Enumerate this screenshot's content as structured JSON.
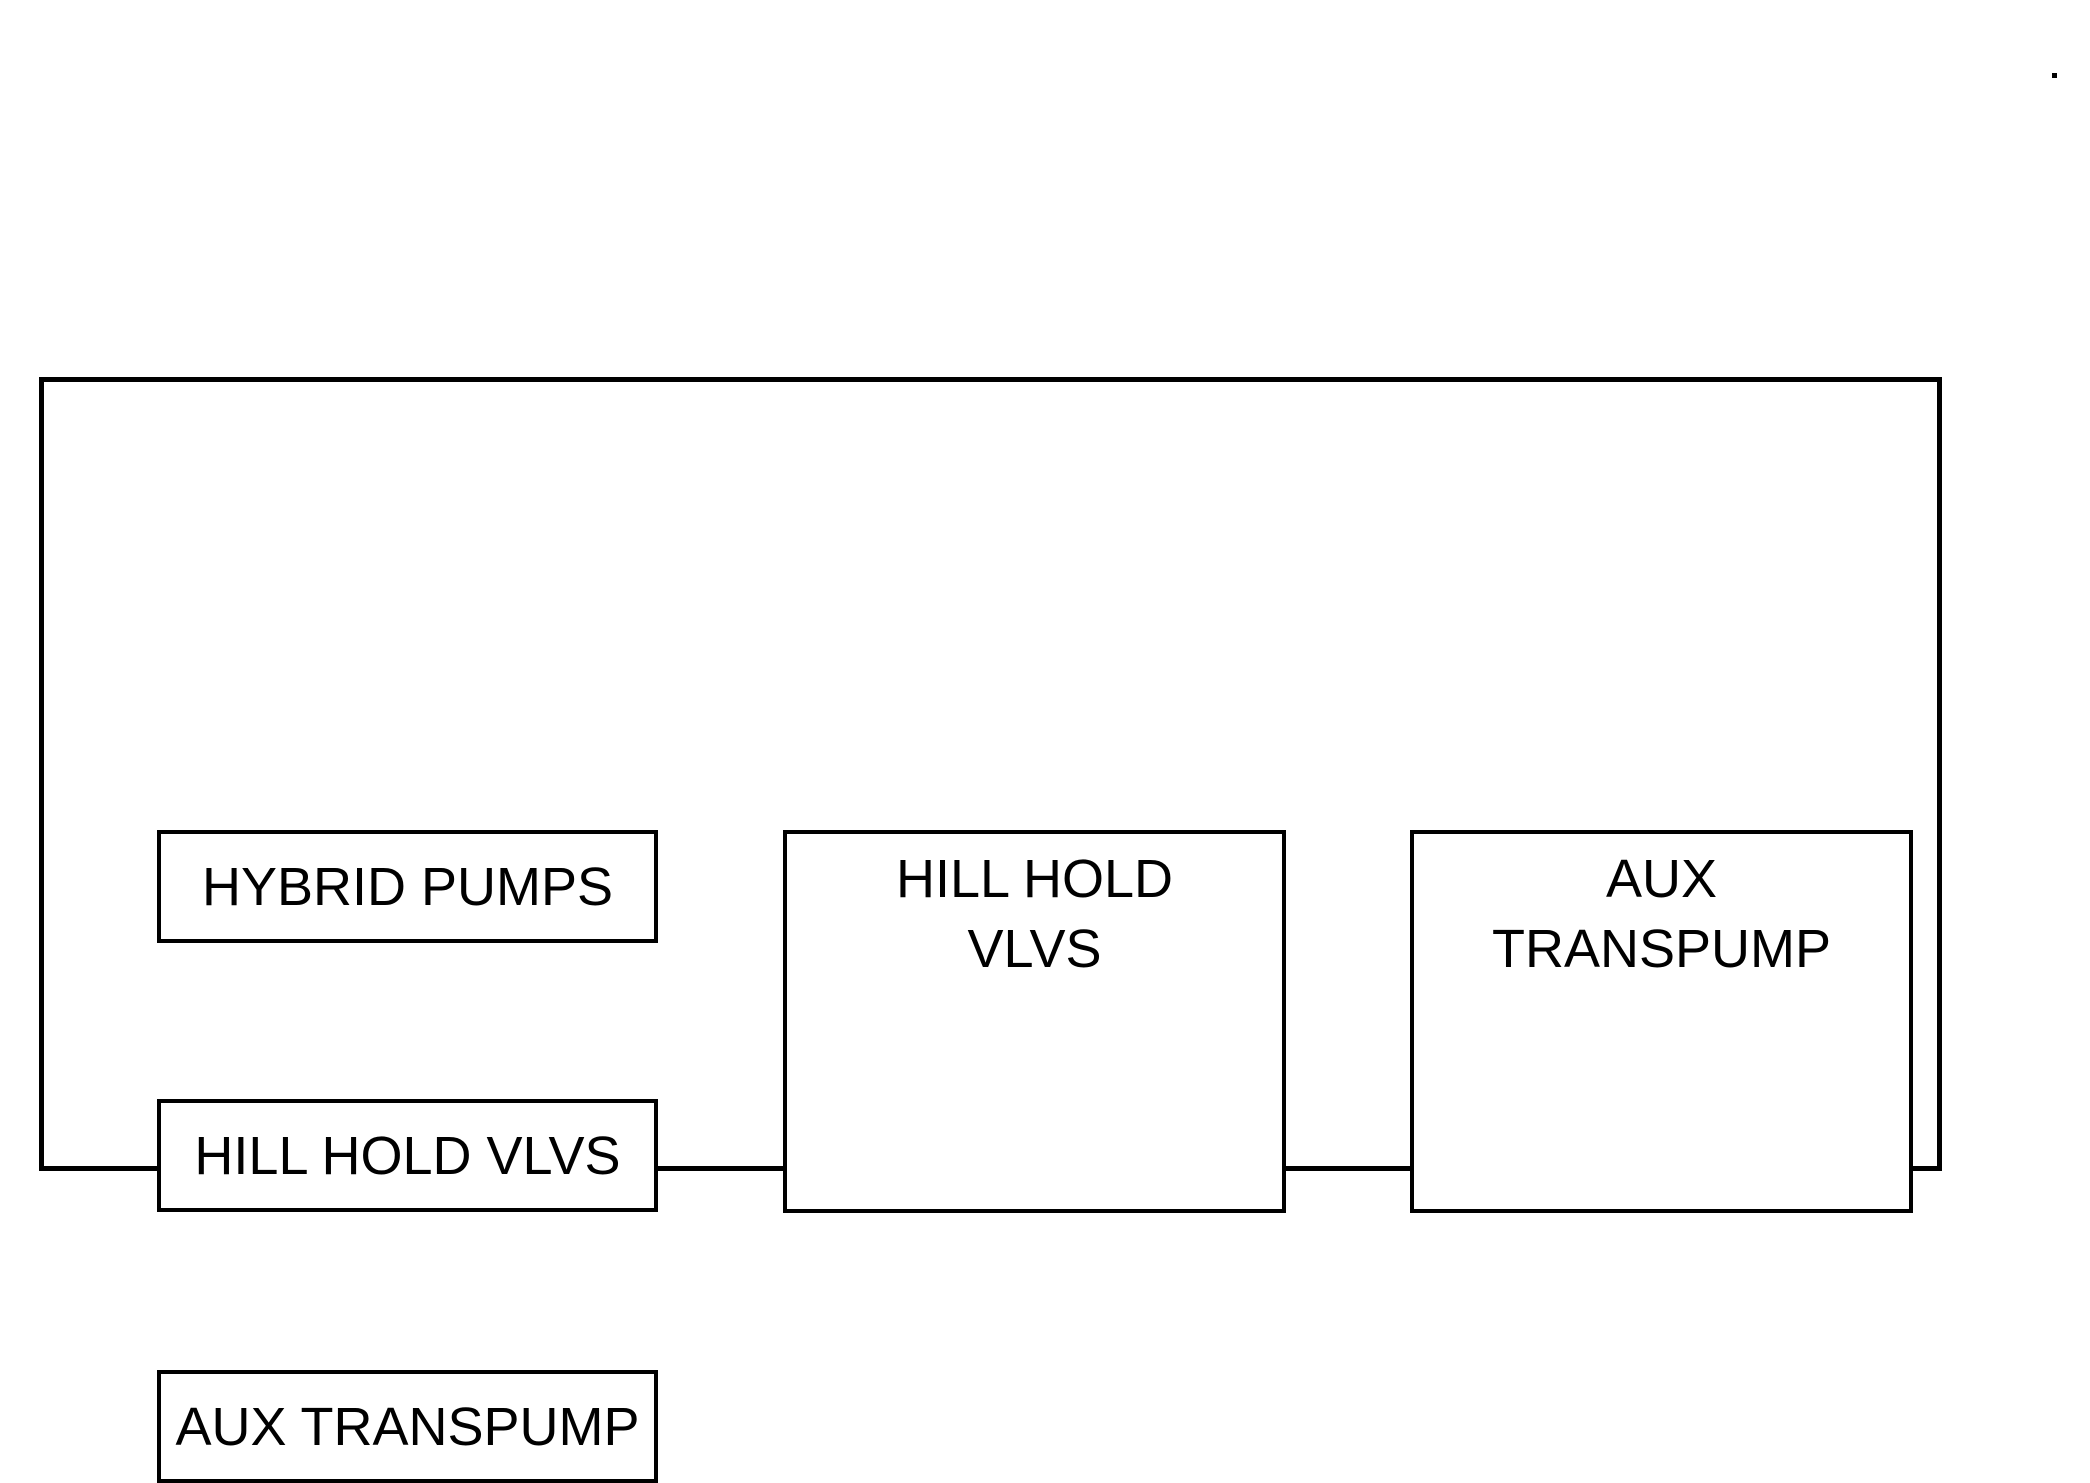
{
  "figure": {
    "background_color": "#ffffff",
    "line_color": "#000000",
    "left_column_boxes": [
      {
        "label": "HYBRID PUMPS"
      },
      {
        "label": "HILL HOLD VLVS"
      },
      {
        "label": "AUX TRANSPUMP"
      }
    ],
    "large_boxes": [
      {
        "line1": "HILL HOLD",
        "line2": "VLVS"
      },
      {
        "line1": "AUX",
        "line2": "TRANSPUMP"
      }
    ]
  }
}
